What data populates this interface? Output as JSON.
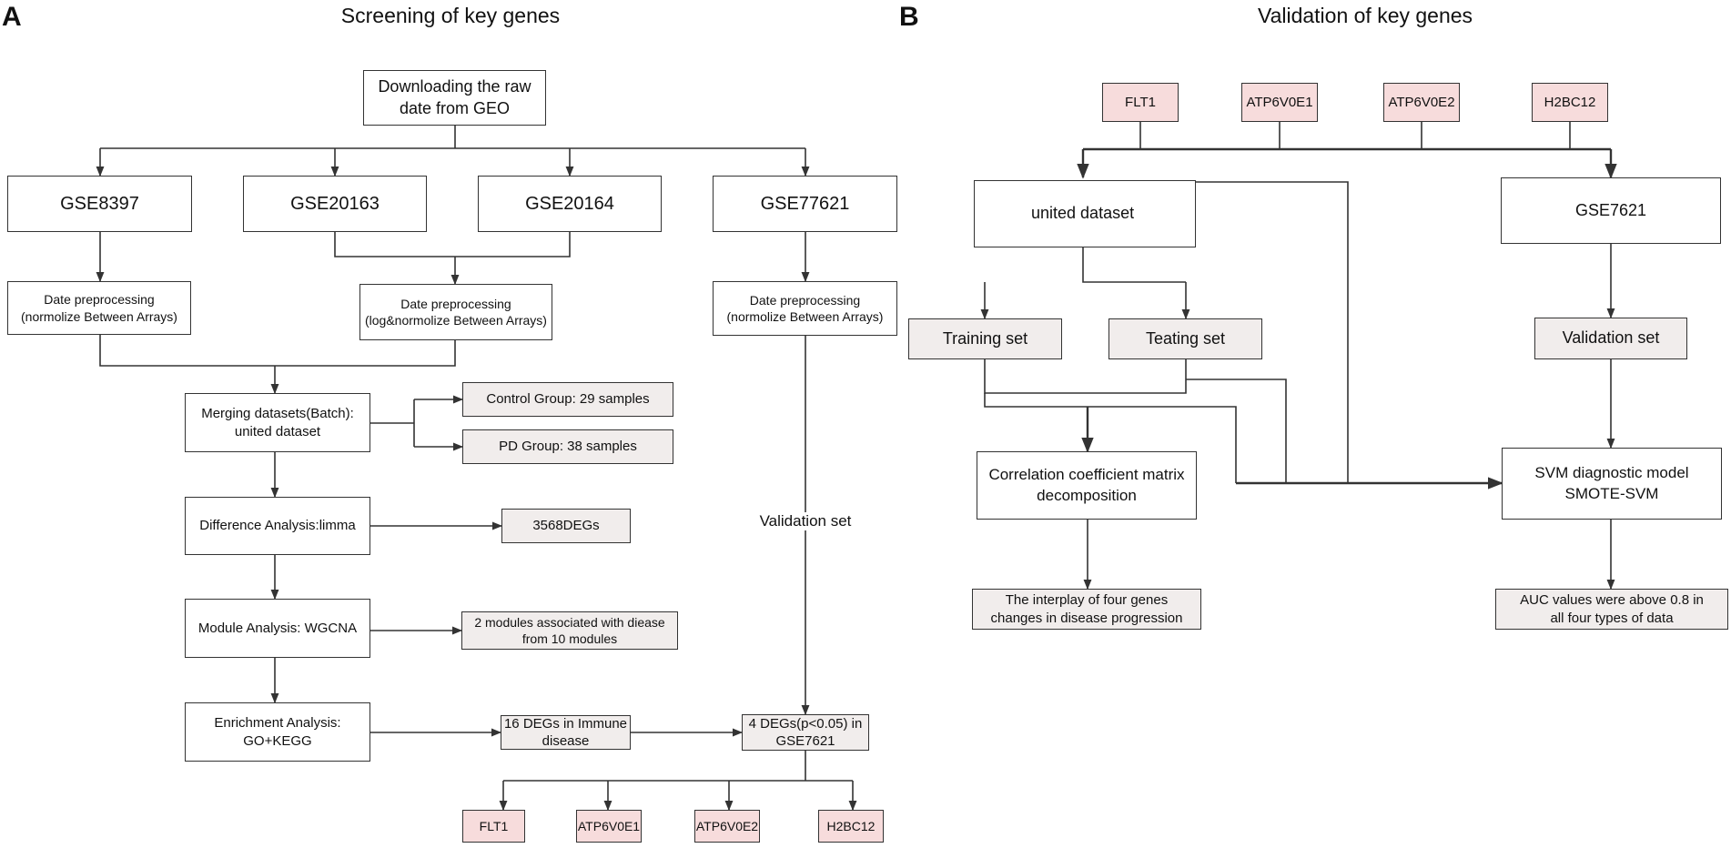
{
  "panel_a": {
    "letter": "A",
    "title": "Screening of key genes",
    "download": [
      "Downloading the raw",
      "date from GEO"
    ],
    "gse8397": "GSE8397",
    "gse20163": "GSE20163",
    "gse20164": "GSE20164",
    "gse77621": "GSE77621",
    "prep1": [
      "Date preprocessing",
      "(normolize Between Arrays)"
    ],
    "prep2": [
      "Date preprocessing",
      "(log&normolize Between Arrays)"
    ],
    "prep3": [
      "Date preprocessing",
      "(normolize Between Arrays)"
    ],
    "merge": [
      "Merging datasets(Batch):",
      "united dataset"
    ],
    "control": "Control Group: 29 samples",
    "pd": "PD Group: 38 samples",
    "diff": "Difference Analysis:limma",
    "degs": "3568DEGs",
    "module": "Module Analysis: WGCNA",
    "modules": [
      "2 modules associated with diease",
      "from 10 modules"
    ],
    "enrich": [
      "Enrichment Analysis:",
      "GO+KEGG"
    ],
    "immune": [
      "16 DEGs in Immune",
      "disease"
    ],
    "four_degs": [
      "4 DEGs(p<0.05) in",
      "GSE7621"
    ],
    "validation_label": "Validation set",
    "genes": [
      "FLT1",
      "ATP6V0E1",
      "ATP6V0E2",
      "H2BC12"
    ]
  },
  "panel_b": {
    "letter": "B",
    "title": "Validation of key genes",
    "genes": [
      "FLT1",
      "ATP6V0E1",
      "ATP6V0E2",
      "H2BC12"
    ],
    "united": "united dataset",
    "gse7621": "GSE7621",
    "training": "Training set",
    "teating": "Teating set",
    "validation": "Validation set",
    "correlation": [
      "Correlation coefficient matrix",
      "decomposition"
    ],
    "svm": [
      "SVM diagnostic model",
      "SMOTE-SVM"
    ],
    "interplay": [
      "The interplay of four genes",
      "changes in disease progression"
    ],
    "auc": [
      "AUC values were above 0.8 in",
      "all four types of data"
    ]
  },
  "colors": {
    "gene_fill": "#f7dcdc",
    "result_fill": "#f1edec",
    "line": "#333333"
  }
}
